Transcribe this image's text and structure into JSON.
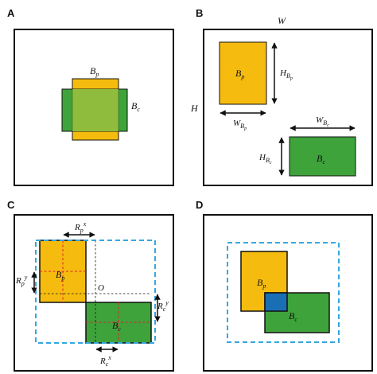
{
  "panels": {
    "a": {
      "letter": "A",
      "bp_label": "B",
      "bp_sub": "p",
      "bc_label": "B",
      "bc_sub": "c"
    },
    "b": {
      "letter": "B",
      "w_label": "W",
      "h_label": "H",
      "bp_label": "B",
      "bp_sub": "p",
      "bc_label": "B",
      "bc_sub": "c",
      "hbp_label": "H",
      "hbp_sub": "B",
      "hbp_subsub": "p",
      "wbp_label": "W",
      "wbp_sub": "B",
      "wbp_subsub": "p",
      "wbc_label": "W",
      "wbc_sub": "B",
      "wbc_subsub": "c",
      "hbc_label": "H",
      "hbc_sub": "B",
      "hbc_subsub": "c"
    },
    "c": {
      "letter": "C",
      "rpx_label": "R",
      "rpx_sub": "p",
      "rpx_sup": "x",
      "rpy_label": "R",
      "rpy_sub": "p",
      "rpy_sup": "y",
      "rcy_label": "R",
      "rcy_sub": "c",
      "rcy_sup": "y",
      "rcx_label": "R",
      "rcx_sub": "c",
      "rcx_sup": "x",
      "o_label": "O",
      "bp_label": "B",
      "bp_sub": "p",
      "bc_label": "B",
      "bc_sub": "c"
    },
    "d": {
      "letter": "D",
      "bp_label": "B",
      "bp_sub": "p",
      "bc_label": "B",
      "bc_sub": "c"
    }
  },
  "colors": {
    "predicted_box": "#f5bc0f",
    "ground_truth_box": "#3ea33b",
    "overlap_a": "#8fbc3c",
    "overlap_d": "#1a6fb4",
    "dashed_hull": "#35a7e0",
    "red_guides": "#e0202c",
    "frame": "#111111"
  }
}
